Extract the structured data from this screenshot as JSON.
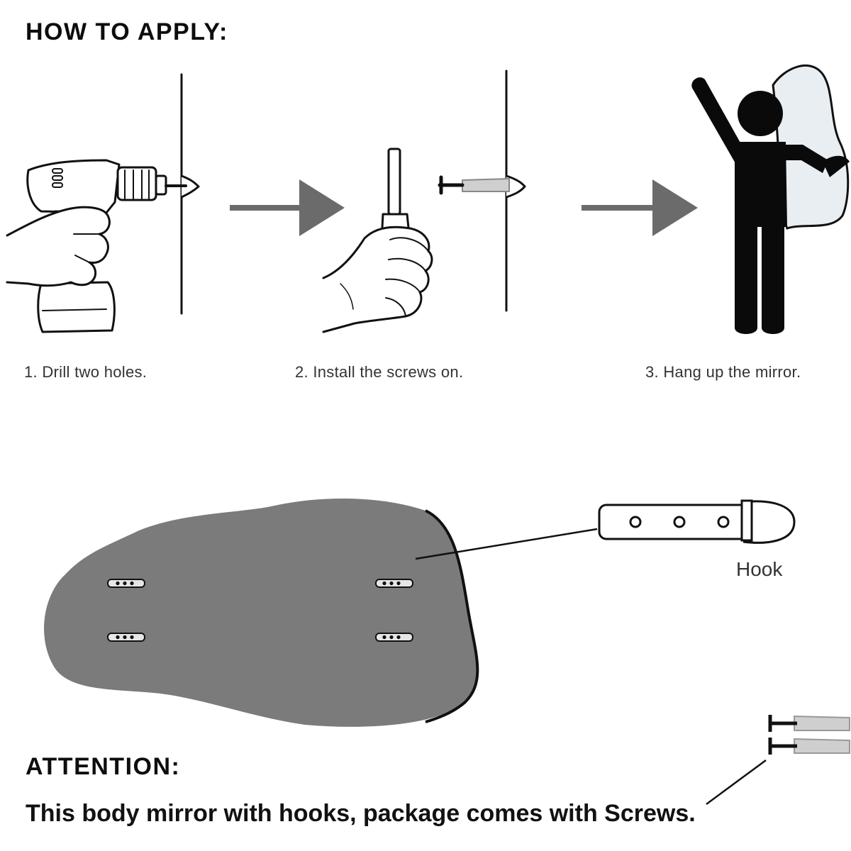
{
  "headings": {
    "how_to_apply": "HOW TO APPLY:",
    "attention": "ATTENTION:"
  },
  "steps": [
    {
      "caption": "1. Drill two holes.",
      "illustration": "drill-icon"
    },
    {
      "caption": "2. Install the screws on.",
      "illustration": "screwdriver-icon"
    },
    {
      "caption": "3. Hang up the mirror.",
      "illustration": "person-hanging-mirror-icon"
    }
  ],
  "hook": {
    "label": "Hook"
  },
  "attention_note": "This body mirror with hooks, package comes with Screws.",
  "colors": {
    "arrow": "#6b6b6b",
    "mirror_back": "#7b7b7b",
    "silhouette": "#0a0a0a",
    "mirror_glass": "#e8eef2",
    "anchor": "#cfcfcf"
  }
}
